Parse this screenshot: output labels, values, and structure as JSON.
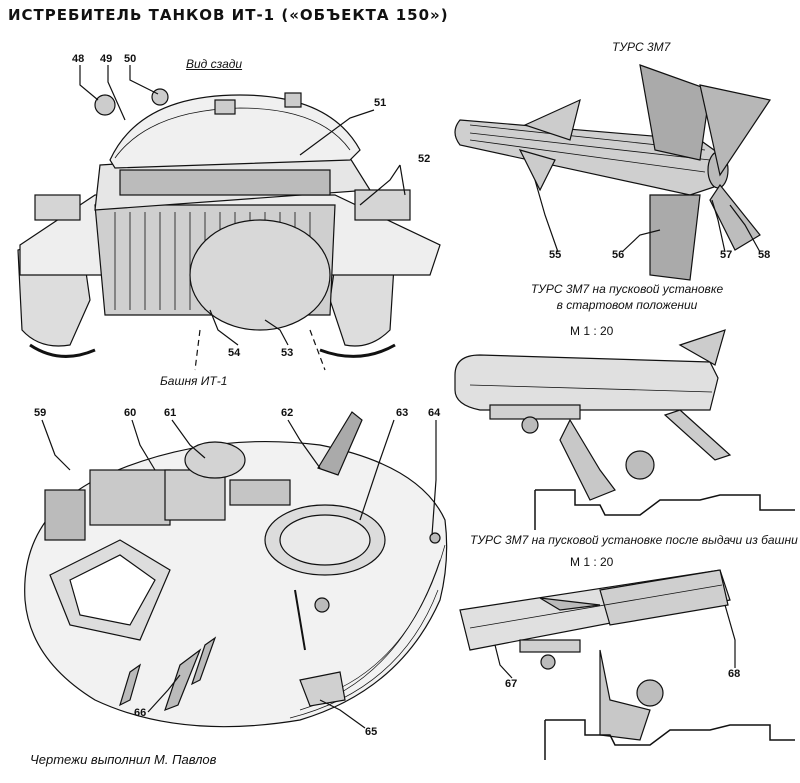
{
  "title": "ИСТРЕБИТЕЛЬ ТАНКОВ ИТ-1 («ОБЪЕКТА 150»)",
  "captions": {
    "rear_view": "Вид сзади",
    "turret": "Башня ИТ-1",
    "missile": "ТУРС 3М7",
    "launcher_start_line1": "ТУРС 3М7 на пусковой установке",
    "launcher_start_line2": "в стартовом положении",
    "launcher_after": "ТУРС 3М7 на пусковой установке после выдачи из башни",
    "credit": "Чертежи выполнил М. Павлов"
  },
  "scales": {
    "scale_1": "М 1 : 20",
    "scale_2": "М 1 : 20"
  },
  "callouts": {
    "n48": "48",
    "n49": "49",
    "n50": "50",
    "n51": "51",
    "n52": "52",
    "n53": "53",
    "n54": "54",
    "n55": "55",
    "n56": "56",
    "n57": "57",
    "n58": "58",
    "n59": "59",
    "n60": "60",
    "n61": "61",
    "n62": "62",
    "n63": "63",
    "n64": "64",
    "n65": "65",
    "n66": "66",
    "n67": "67",
    "n68": "68"
  }
}
